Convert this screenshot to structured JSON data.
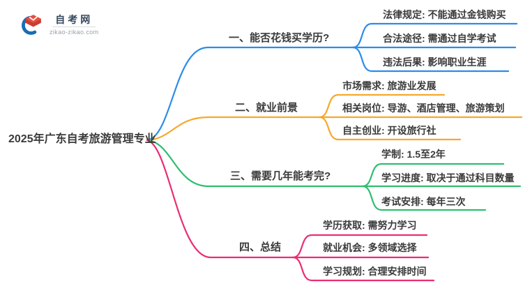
{
  "logo": {
    "site_name": "自考网",
    "site_url": "zikao-zikao.com",
    "brand_blue": "#1a6cb5",
    "brand_red": "#e8503f"
  },
  "colors": {
    "text": "#3a3a3a",
    "branch_blue": "#2b8ce8",
    "branch_orange": "#f7a82a",
    "branch_green": "#2fbe70",
    "branch_pink": "#eb2d73"
  },
  "mindmap": {
    "root": {
      "label": "2025年广东自考旅游管理专业"
    },
    "branches": [
      {
        "label": "一、能否花钱买学历?",
        "color": "#2b8ce8",
        "children": [
          {
            "label": "法律规定: 不能通过金钱购买"
          },
          {
            "label": "合法途径: 需通过自学考试"
          },
          {
            "label": "违法后果: 影响职业生涯"
          }
        ]
      },
      {
        "label": "二、就业前景",
        "color": "#f7a82a",
        "children": [
          {
            "label": "市场需求: 旅游业发展"
          },
          {
            "label": "相关岗位: 导游、酒店管理、旅游策划"
          },
          {
            "label": "自主创业: 开设旅行社"
          }
        ]
      },
      {
        "label": "三、需要几年能考完?",
        "color": "#2fbe70",
        "children": [
          {
            "label": "学制: 1.5至2年"
          },
          {
            "label": "学习进度: 取决于通过科目数量"
          },
          {
            "label": "考试安排: 每年三次"
          }
        ]
      },
      {
        "label": "四、总结",
        "color": "#eb2d73",
        "children": [
          {
            "label": "学历获取: 需努力学习"
          },
          {
            "label": "就业机会: 多领域选择"
          },
          {
            "label": "学习规划: 合理安排时间"
          }
        ]
      }
    ]
  }
}
